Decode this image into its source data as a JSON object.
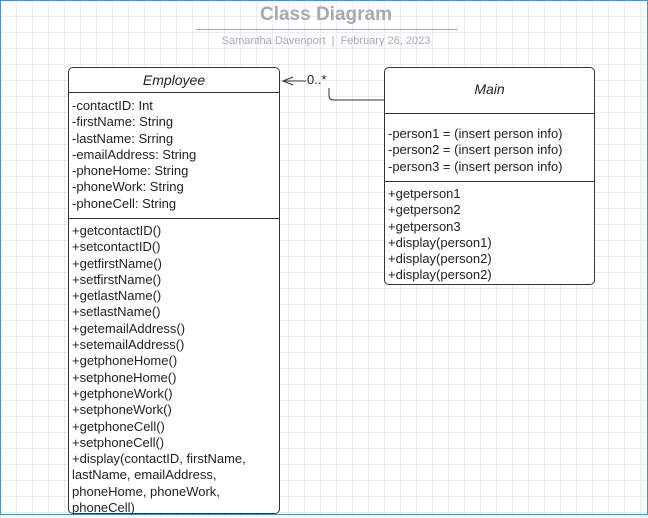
{
  "header": {
    "title": "Class Diagram",
    "author": "Samantha Davenport",
    "separator": "|",
    "date": "February 26, 2023"
  },
  "employee": {
    "name": "Employee",
    "attributes": [
      "-contactID: Int",
      "-firstName: String",
      "-lastName: Srring",
      "-emailAddress: String",
      "-phoneHome: String",
      "-phoneWork: String",
      "-phoneCell: String"
    ],
    "methods": [
      "+getcontactID()",
      "+setcontactID()",
      "+getfirstName()",
      "+setfirstName()",
      "+getlastName()",
      "+setlastName()",
      "+getemailAddress()",
      "+setemailAddress()",
      "+getphoneHome()",
      "+setphoneHome()",
      "+getphoneWork()",
      "+setphoneWork()",
      "+getphoneCell()",
      "+setphoneCell()",
      "+display(contactID, firstName, lastName, emailAddress, phoneHome, phoneWork, phoneCell)"
    ]
  },
  "main": {
    "name": "Main",
    "attributes": [
      "-person1 = (insert person info)",
      "-person2 = (insert person info)",
      "-person3 = (insert person info)"
    ],
    "methods": [
      "+getperson1",
      "+getperson2",
      "+getperson3",
      "+display(person1)",
      "+display(person2)",
      "+display(person2)"
    ]
  },
  "association": {
    "multiplicity": "0..*"
  },
  "colors": {
    "frame": "#4a90d9",
    "header_text": "#a3aab3",
    "grid": "#e9ecf1",
    "class_border": "#333333"
  }
}
